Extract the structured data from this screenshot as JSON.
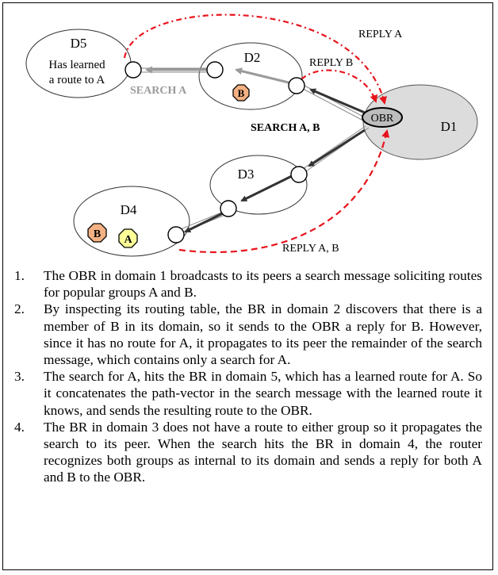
{
  "domains": [
    {
      "id": "D1",
      "label": "D1"
    },
    {
      "id": "D2",
      "label": "D2"
    },
    {
      "id": "D3",
      "label": "D3"
    },
    {
      "id": "D4",
      "label": "D4"
    },
    {
      "id": "D5",
      "label": "D5",
      "note_line1": "Has learned",
      "note_line2": "a route to A"
    }
  ],
  "router_label": "OBR",
  "group_badges": {
    "d2": [
      "B"
    ],
    "d4": [
      "B",
      "A"
    ]
  },
  "message_labels": {
    "reply_a": "REPLY A",
    "reply_b": "REPLY B",
    "search_a": "SEARCH A",
    "search_ab": "SEARCH A, B",
    "reply_ab": "REPLY A, B"
  },
  "colors": {
    "reply_arrow": "#e8141c",
    "search_dark": "#333333",
    "search_gray": "#9a9a9a",
    "d1_fill": "#dcdcdc",
    "badge_b": "#f4b183",
    "badge_a": "#ffff99"
  },
  "steps": [
    {
      "num": "1.",
      "text": "The OBR in domain 1 broadcasts to its peers a search message soliciting routes for popular groups A and B."
    },
    {
      "num": "2.",
      "text": "By inspecting its routing table, the BR in domain 2 discovers that there is a member of B in its domain, so it sends to the OBR a reply for B. However, since it has no route for A, it propagates to its peer the remainder of the search message, which contains only a search for A."
    },
    {
      "num": "3.",
      "text": "The search for A, hits the BR in domain 5, which has a learned route for A. So it concatenates the path-vector in the search message with the learned route it knows, and sends the resulting route to the OBR."
    },
    {
      "num": "4.",
      "text": "The BR in domain 3 does not have a route to either group so it propagates the search to its peer. When the search hits the BR in domain 4, the router recognizes both groups as internal to its domain and sends a reply for both A and B to the OBR."
    }
  ]
}
